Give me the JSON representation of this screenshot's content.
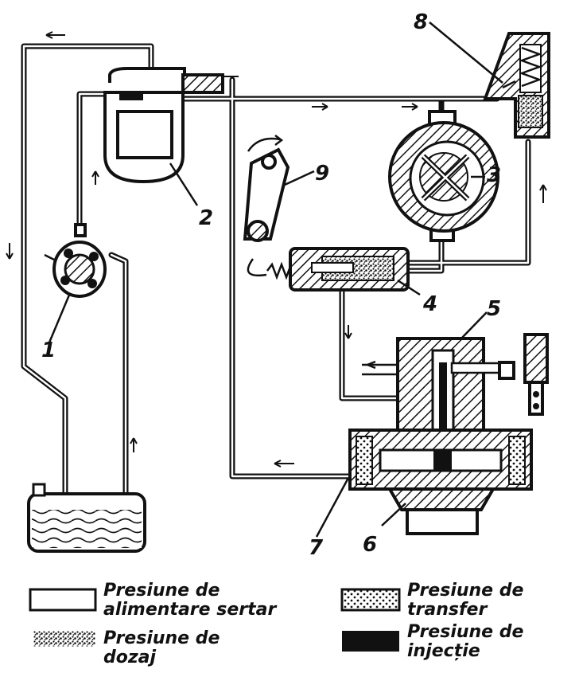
{
  "diagram": {
    "component_labels": [
      "1",
      "2",
      "3",
      "4",
      "5",
      "6",
      "7",
      "8",
      "9"
    ],
    "legend": [
      {
        "swatch": "plain",
        "line1": "Presiune de",
        "line2": "alimentare sertar"
      },
      {
        "swatch": "dotted",
        "line1": "Presiune de",
        "line2": "transfer"
      },
      {
        "swatch": "speckled",
        "line1": "Presiune de",
        "line2": "dozaj"
      },
      {
        "swatch": "solid",
        "line1": "Presiune de",
        "line2": "injecție"
      }
    ]
  }
}
